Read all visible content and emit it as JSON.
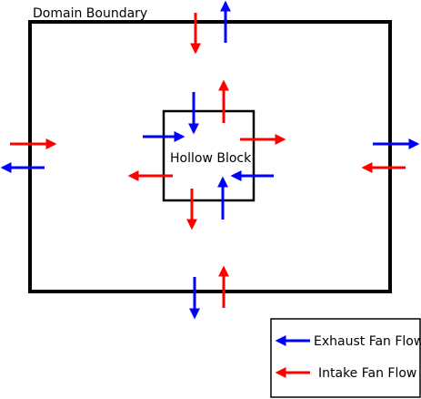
{
  "labels": {
    "domain_boundary": "Domain Boundary",
    "hollow_block": "Hollow Block"
  },
  "legend": {
    "exhaust_label": "Exhaust Fan Flow",
    "intake_label": "Intake Fan Flow"
  },
  "colors": {
    "exhaust": "#0000ff",
    "intake": "#ff0000",
    "outline": "#000000"
  }
}
